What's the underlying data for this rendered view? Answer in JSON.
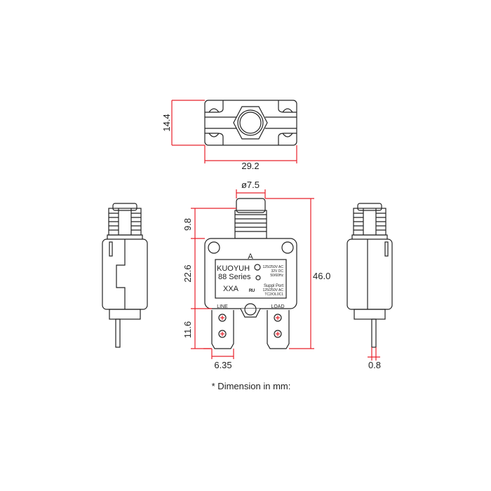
{
  "dimensions": {
    "top_height": "14.4",
    "top_width": "29.2",
    "button_diameter": "ø7.5",
    "button_height": "9.8",
    "body_height": "22.6",
    "terminal_height": "11.6",
    "total_height": "46.0",
    "terminal_width": "6.35",
    "pin_thickness": "0.8"
  },
  "label": {
    "top_letter": "A",
    "brand": "KUOYUH",
    "series": "88 Series",
    "model": "XXA",
    "rating_1": "125/250V AC",
    "rating_2": "32V DC",
    "rating_3": "50/60Hz",
    "suppl_1": "Suppl Port",
    "suppl_2": "125/250V AC",
    "suppl_3": "TC2/OL0C1",
    "line": "LINE",
    "load": "LOAD"
  },
  "footnote": "* Dimension in mm:",
  "colors": {
    "dimension": "#e8202a",
    "outline": "#222222"
  }
}
